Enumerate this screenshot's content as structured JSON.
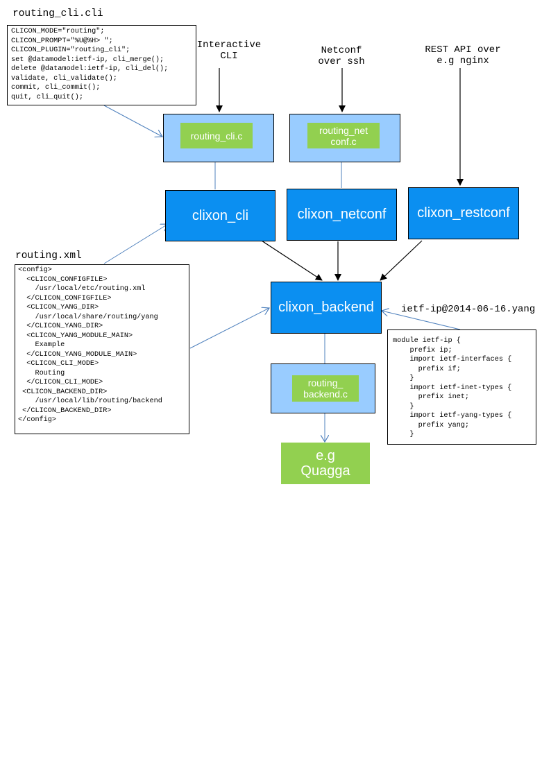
{
  "labels": {
    "routing_cli_file": "routing_cli.cli",
    "interactive_cli": "Interactive\nCLI",
    "netconf_ssh": "Netconf\nover ssh",
    "rest_api": "REST API over\ne.g nginx",
    "routing_xml_file": "routing.xml",
    "yang_file": "ietf-ip@2014-06-16.yang"
  },
  "cli_spec": [
    "CLICON_MODE=\"routing\";",
    "CLICON_PROMPT=\"%U@%H> \";",
    "CLICON_PLUGIN=\"routing_cli\";",
    "set @datamodel:ietf-ip, cli_merge();",
    "delete @datamodel:ietf-ip, cli_del();",
    "validate, cli_validate();",
    "commit, cli_commit();",
    "quit, cli_quit();"
  ],
  "config_xml": [
    "<config>",
    "  <CLICON_CONFIGFILE>",
    "    /usr/local/etc/routing.xml",
    "  </CLICON_CONFIGFILE>",
    "  <CLICON_YANG_DIR>",
    "    /usr/local/share/routing/yang",
    "  </CLICON_YANG_DIR>",
    "  <CLICON_YANG_MODULE_MAIN>",
    "    Example",
    "  </CLICON_YANG_MODULE_MAIN>",
    "  <CLICON_CLI_MODE>",
    "    Routing",
    "  </CLICON_CLI_MODE>",
    " <CLICON_BACKEND_DIR>",
    "    /usr/local/lib/routing/backend",
    " </CLICON_BACKEND_DIR>",
    "</config>"
  ],
  "yang_module": [
    "module ietf-ip {",
    "    prefix ip;",
    "    import ietf-interfaces {",
    "      prefix if;",
    "    }",
    "    import ietf-inet-types {",
    "      prefix inet;",
    "    }",
    "    import ietf-yang-types {",
    "      prefix yang;",
    "    }"
  ],
  "nodes": {
    "routing_cli_c": "routing_cli.c",
    "routing_netconf_c": "routing_net\nconf.c",
    "clixon_cli": "clixon_cli",
    "clixon_netconf": "clixon_netconf",
    "clixon_restconf": "clixon_restconf",
    "clixon_backend": "clixon_backend",
    "routing_backend_c": "routing_\nbackend.c",
    "quagga": "e.g\nQuagga"
  },
  "colors": {
    "light_blue": "#99ccff",
    "dark_blue": "#0b8ff1",
    "green": "#92d050",
    "link_blue": "#4f81bd"
  }
}
